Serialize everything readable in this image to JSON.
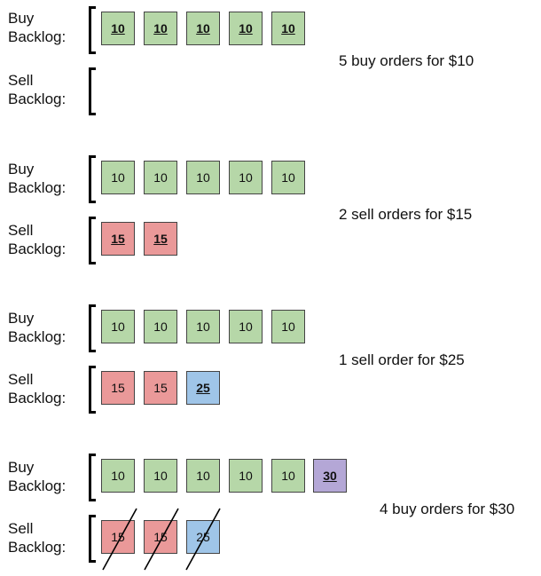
{
  "stage1": {
    "buy_label": [
      "Buy",
      "Backlog:"
    ],
    "sell_label": [
      "Sell",
      "Backlog:"
    ],
    "buy": [
      "10",
      "10",
      "10",
      "10",
      "10"
    ],
    "sell": [],
    "note": "5 buy orders for $10"
  },
  "stage2": {
    "buy_label": [
      "Buy",
      "Backlog:"
    ],
    "sell_label": [
      "Sell",
      "Backlog:"
    ],
    "buy": [
      "10",
      "10",
      "10",
      "10",
      "10"
    ],
    "sell": [
      "15",
      "15"
    ],
    "note": "2 sell orders for $15"
  },
  "stage3": {
    "buy_label": [
      "Buy",
      "Backlog:"
    ],
    "sell_label": [
      "Sell",
      "Backlog:"
    ],
    "buy": [
      "10",
      "10",
      "10",
      "10",
      "10"
    ],
    "sell": [
      "15",
      "15",
      "25"
    ],
    "note": "1 sell order for $25"
  },
  "stage4": {
    "buy_label": [
      "Buy",
      "Backlog:"
    ],
    "sell_label": [
      "Sell",
      "Backlog:"
    ],
    "buy": [
      "10",
      "10",
      "10",
      "10",
      "10",
      "30"
    ],
    "sell": [
      "15",
      "15",
      "25"
    ],
    "note": "4 buy orders for $30"
  },
  "colors": {
    "buy": "#b6d7a8",
    "sell": "#ea9999",
    "new_sell": "#9fc5e8",
    "new_buy": "#b4a7d6"
  }
}
